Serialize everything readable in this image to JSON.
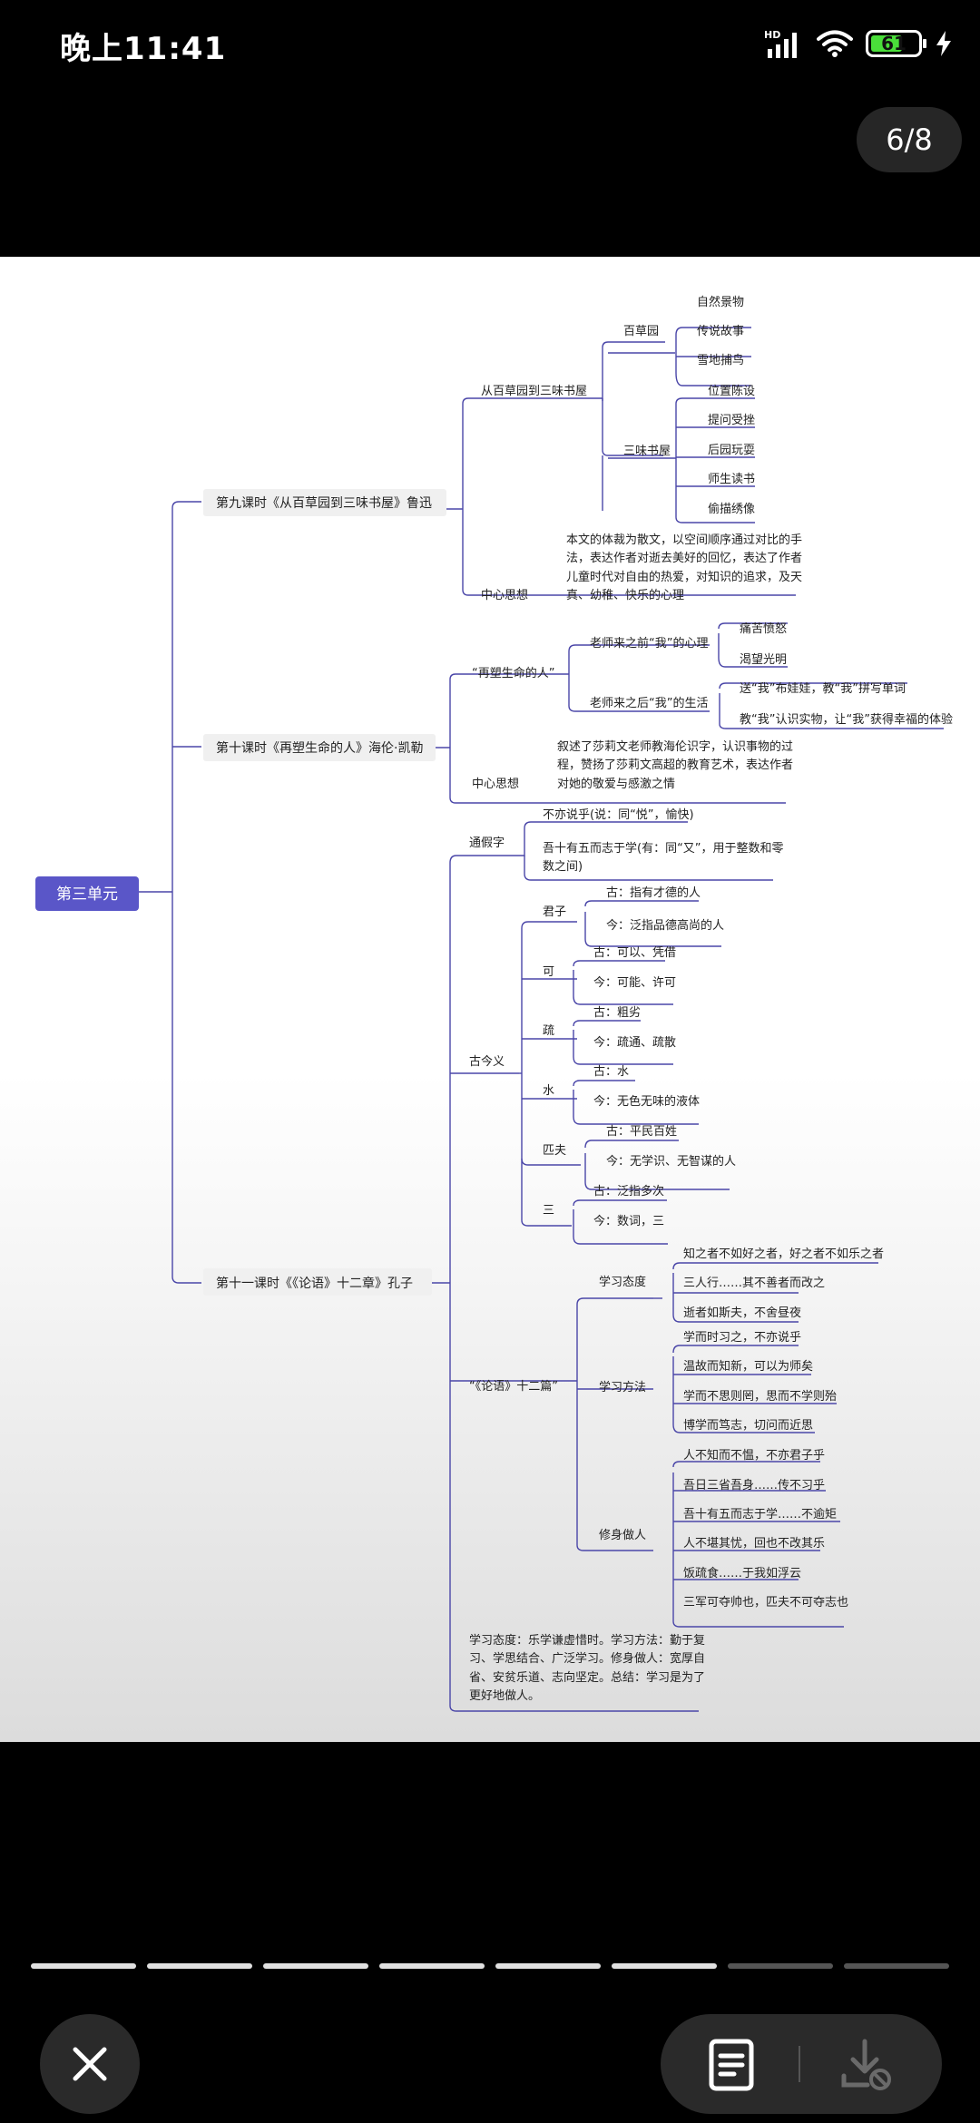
{
  "status_bar": {
    "time": "晚上11:41",
    "network": "HD",
    "battery": "61"
  },
  "viewer": {
    "page_counter": "6/8",
    "progress": {
      "total": 8,
      "current": 6
    }
  },
  "mindmap": {
    "center": "第三单元",
    "lesson9": {
      "title": "第九课时《从百草园到三味书屋》鲁迅",
      "branch_a": "从百草园到三味书屋",
      "baicao": "百草园",
      "baicao_items": [
        "自然景物",
        "传说故事",
        "雪地捕鸟"
      ],
      "sanwei": "三味书屋",
      "sanwei_items": [
        "位置陈设",
        "提问受挫",
        "后园玩耍",
        "师生读书",
        "偷描绣像"
      ],
      "theme_label": "中心思想",
      "theme_lines": [
        "本文的体裁为散文，以空间顺序通过对比的手",
        "法，表达作者对逝去美好的回忆，表达了作者",
        "儿童时代对自由的热爱，对知识的追求，及天",
        "真、幼稚、快乐的心理"
      ]
    },
    "lesson10": {
      "title": "第十课时《再塑生命的人》海伦·凯勒",
      "branch_a": "“再塑生命的人”",
      "before": "老师来之前“我”的心理",
      "before_items": [
        "痛苦愤怒",
        "渴望光明"
      ],
      "after": "老师来之后“我”的生活",
      "after_items": [
        "送“我”布娃娃，教“我”拼写单词",
        "教“我”认识实物，让“我”获得幸福的体验"
      ],
      "theme_label": "中心思想",
      "theme_lines": [
        "叙述了莎莉文老师教海伦识字，认识事物的过",
        "程，赞扬了莎莉文高超的教育艺术，表达作者",
        "对她的敬爱与感激之情"
      ]
    },
    "lesson11": {
      "title": "第十一课时《《论语》十二章》孔子",
      "tongjia": "通假字",
      "tongjia_items": [
        "不亦说乎(说：同“悦”，愉快)"
      ],
      "tongjia_item2_lines": [
        "吾十有五而志于学(有：同“又”，用于整数和零",
        "数之间)"
      ],
      "gujin": "古今义",
      "words": [
        {
          "word": "君子",
          "gu": "古：指有才德的人",
          "jin": "今：泛指品德高尚的人"
        },
        {
          "word": "可",
          "gu": "古：可以、凭借",
          "jin": "今：可能、许可"
        },
        {
          "word": "疏",
          "gu": "古：粗劣",
          "jin": "今：疏通、疏散"
        },
        {
          "word": "水",
          "gu": "古：水",
          "jin": "今：无色无味的液体"
        },
        {
          "word": "匹夫",
          "gu": "古：平民百姓",
          "jin": "今：无学识、无智谋的人"
        },
        {
          "word": "三",
          "gu": "古：泛指多次",
          "jin": "今：数词，三"
        }
      ],
      "lunyu": "“《论语》十二篇”",
      "attitude": "学习态度",
      "attitude_items": [
        "知之者不如好之者，好之者不如乐之者",
        "三人行……其不善者而改之",
        "逝者如斯夫，不舍昼夜"
      ],
      "method": "学习方法",
      "method_items": [
        "学而时习之，不亦说乎",
        "温故而知新，可以为师矣",
        "学而不思则罔，思而不学则殆",
        "博学而笃志，切问而近思"
      ],
      "moral": "修身做人",
      "moral_items": [
        "人不知而不愠，不亦君子乎",
        "吾日三省吾身……传不习乎",
        "吾十有五而志于学……不逾矩",
        "人不堪其忧，回也不改其乐",
        "饭疏食……于我如浮云",
        "三军可夺帅也，匹夫不可夺志也"
      ],
      "summary_lines": [
        "学习态度：乐学谦虚惜时。学习方法：勤于复",
        "习、学思结合、广泛学习。修身做人：宽厚自",
        "省、安贫乐道、志向坚定。总结：学习是为了",
        "更好地做人。"
      ]
    }
  },
  "colors": {
    "line": "#4a46a8",
    "center_bg": "#5a56c8",
    "lesson_bg": "#f0f0f0"
  },
  "icons": {
    "close": "close-icon",
    "document": "document-icon",
    "download": "download-disabled-icon"
  }
}
